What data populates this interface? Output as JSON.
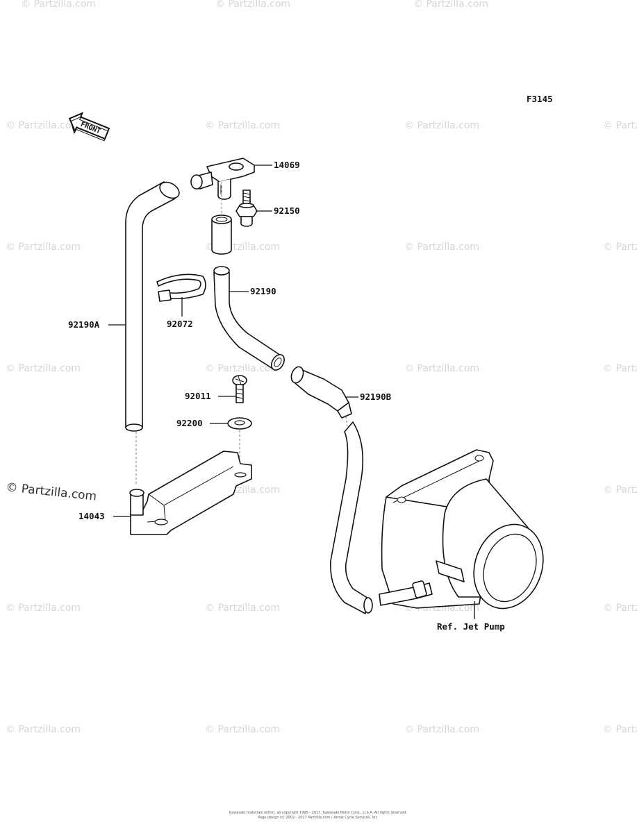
{
  "figure_code": "F3145",
  "front_label": "FRONT",
  "watermark": "© Partzilla.com",
  "copyright_line1": "Kawasaki materials within, all copyright 1995 - 2017, Kawasaki Motor Corp., U.S.A. All rights reserved.",
  "copyright_line2": "Page design (c) 2002 - 2017 Partzilla.com / Arrow Cycle Services, Inc.",
  "parts": {
    "p14069": "14069",
    "p92150": "92150",
    "p92190": "92190",
    "p92190A": "92190A",
    "p92072": "92072",
    "p92011": "92011",
    "p92190B": "92190B",
    "p92200": "92200",
    "p14043": "14043",
    "ref_jet_pump": "Ref. Jet Pump"
  }
}
